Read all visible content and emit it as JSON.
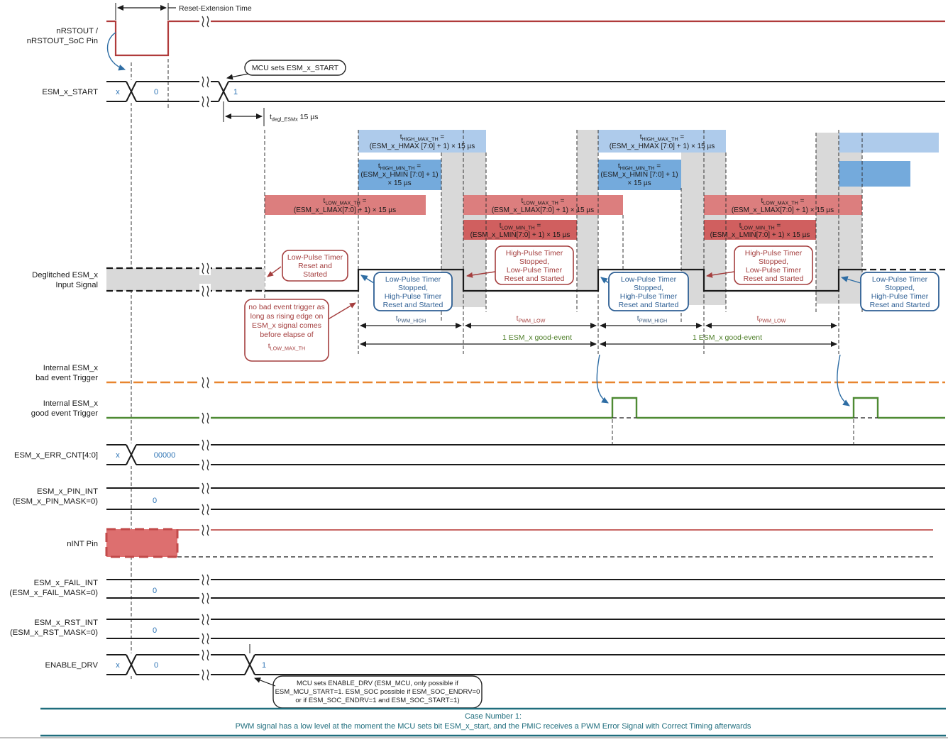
{
  "colors": {
    "signal_red": "#B03B3B",
    "orange": "#E8852F",
    "green": "#4E8A33",
    "value_blue": "#2E74B5",
    "gray_fill": "#D9D9D9",
    "box_light_blue": "#AECBEB",
    "box_mid_blue": "#74AADC",
    "box_light_red": "#DC7E7E",
    "box_mid_red": "#D05F5F",
    "callout_red": "#A43E3E",
    "callout_blue": "#2E5F94",
    "arrow_blue": "#2E6DA4",
    "nint_red": "#DD6F6F",
    "teal": "#1F6D7D",
    "good_event_green": "#4E7E28",
    "tpwm_high_navy": "#3C5A7E",
    "tpwm_low_red": "#A94442"
  },
  "rows": {
    "nrstout": {
      "label1": "nRSTOUT /",
      "label2": "nRSTOUT_SoC Pin"
    },
    "esm_start": {
      "label": "ESM_x_START",
      "val_x": "x",
      "val_0": "0",
      "val_1": "1"
    },
    "deglitched": {
      "label1": "Deglitched ESM_x",
      "label2": "Input Signal"
    },
    "bad_trigger": {
      "label1": "Internal ESM_x",
      "label2": "bad event Trigger"
    },
    "good_trigger": {
      "label1": "Internal ESM_x",
      "label2": "good event Trigger"
    },
    "err_cnt": {
      "label": "ESM_x_ERR_CNT[4:0]",
      "val_x": "x",
      "val_after": "00000"
    },
    "pin_int": {
      "label1": "ESM_x_PIN_INT",
      "label2": "(ESM_x_PIN_MASK=0)",
      "val": "0"
    },
    "nint": {
      "label": "nINT Pin"
    },
    "fail_int": {
      "label1": "ESM_x_FAIL_INT",
      "label2": "(ESM_x_FAIL_MASK=0)",
      "val": "0"
    },
    "rst_int": {
      "label1": "ESM_x_RST_INT",
      "label2": "(ESM_x_RST_MASK=0)",
      "val": "0"
    },
    "enable_drv": {
      "label": "ENABLE_DRV",
      "val_x": "x",
      "val_0": "0",
      "val_1": "1"
    }
  },
  "measures": {
    "reset_ext": "Reset-Extension Time",
    "tdegl": {
      "t": "t",
      "sub": "degl_ESMx",
      "rest": " 15 µs"
    },
    "tpwm_high": {
      "t": "t",
      "sub": "PWM_HIGH"
    },
    "tpwm_low": {
      "t": "t",
      "sub": "PWM_LOW"
    },
    "good_event": "1 ESM_x good-event"
  },
  "timer_boxes": {
    "hmax": {
      "t": "t",
      "sub": "HIGH_MAX_TH",
      "eq": " =",
      "line2": "(ESM_x_HMAX [7:0] + 1) × 15 µs"
    },
    "hmin": {
      "t": "t",
      "sub": "HIGH_MIN_TH",
      "eq": " =",
      "line2": "(ESM_x_HMIN [7:0] + 1)",
      "line3": "× 15 µs"
    },
    "lmax": {
      "t": "t",
      "sub": "LOW_MAX_TH",
      "eq": " =",
      "line2": "(ESM_x_LMAX[7:0] + 1) × 15 µs"
    },
    "lmin": {
      "t": "t",
      "sub": "LOW_MIN_TH",
      "eq": " =",
      "line2": "(ESM_x_LMIN[7:0] + 1) × 15 µs"
    }
  },
  "callouts": {
    "mcu_start": "MCU sets ESM_x_START",
    "low_reset": [
      "Low-Pulse Timer",
      "Reset and",
      "Started"
    ],
    "low_stop": [
      "Low-Pulse Timer",
      "Stopped,",
      "High-Pulse Timer",
      "Reset and Started"
    ],
    "high_stop": [
      "High-Pulse Timer",
      "Stopped,",
      "Low-Pulse Timer",
      "Reset and Started"
    ],
    "no_bad": [
      "no bad event trigger as",
      "long as rising edge on",
      "ESM_x signal comes",
      "before elapse of"
    ],
    "no_bad_t": {
      "t": "t",
      "sub": "LOW_MAX_TH"
    },
    "enable_drv": [
      "MCU sets ENABLE_DRV  (ESM_MCU, only possible if",
      "ESM_MCU_START=1. ESM_SOC possible if ESM_SOC_ENDRV=0",
      "or if ESM_SOC_ENDRV=1 and ESM_SOC_START=1)"
    ]
  },
  "footer": {
    "line1": "Case Number 1:",
    "line2": "PWM signal has a low level at the moment the MCU sets bit ESM_x_start, and the PMIC receives a PWM Error Signal with Correct Timing afterwards"
  }
}
